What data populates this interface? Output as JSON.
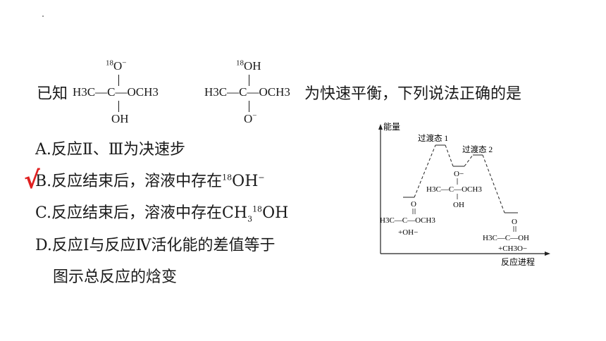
{
  "question": {
    "prefix": "已知",
    "suffix": "为快速平衡，下列说法正确的是"
  },
  "structure1": {
    "top": "O",
    "top_iso": "18",
    "top_charge": "−",
    "left": "H3C—C—OCH3",
    "bottom": "OH"
  },
  "structure2": {
    "top": "OH",
    "top_iso": "18",
    "left": "H3C—C—OCH3",
    "bottom": "O",
    "bottom_charge": "−"
  },
  "options": {
    "a": "A.反应Ⅱ、Ⅲ为决速步",
    "b_pre": "B.反应结束后，溶液中存在",
    "b_iso": "18",
    "b_post": "OH",
    "b_charge": "−",
    "c_pre": "C.反应结束后，溶液中存在CH",
    "c_sub": "3",
    "c_iso": "18",
    "c_post": "OH",
    "d_line1": "D.反应Ⅰ与反应Ⅳ活化能的差值等于",
    "d_line2": "图示总反应的焓变"
  },
  "mark": "√",
  "diagram": {
    "ylabel": "能量",
    "xlabel": "反应进程",
    "ts1": "过渡态 1",
    "ts2": "过渡态 2",
    "reactant_top": "O",
    "reactant_mid": "H3C—C—OCH3",
    "reactant_oh": "+OH−",
    "intermediate_top": "O−",
    "intermediate_mid": "H3C—C—OCH3",
    "intermediate_bottom": "OH",
    "product_top": "O",
    "product_mid": "H3C—C—OH",
    "product_ion": "+CH3O−"
  }
}
